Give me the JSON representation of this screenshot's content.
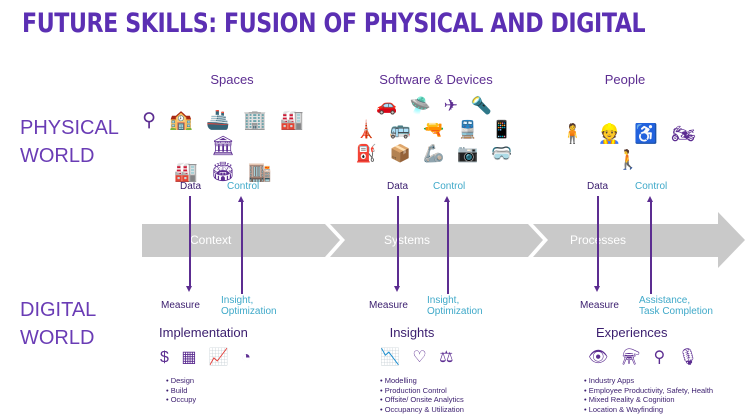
{
  "title": "FUTURE SKILLS: FUSION OF PHYSICAL AND DIGITAL",
  "physical_world": [
    "PHYSICAL",
    "WORLD"
  ],
  "digital_world": [
    "DIGITAL",
    "WORLD"
  ],
  "columns": [
    {
      "head": "Spaces",
      "icons_row1": "⚲ 🏫 🚢 🏢 🏭 🏛",
      "icons_row2": "🏭 🏟 🏬",
      "data": "Data",
      "control": "Control",
      "stage": "Context",
      "measure": "Measure",
      "outcome": [
        "Insight,",
        "Optimization"
      ],
      "section": "Implementation",
      "digital_icons": "$ ▦ 📈 ◔",
      "bullets": [
        "Design",
        "Build",
        "Occupy"
      ]
    },
    {
      "head": "Software & Devices",
      "icons_row1": "🚗 🛸 ✈ 🔦",
      "icons_row2": "🗼 🚌 🔫 🚆 📱",
      "icons_row3": "⛽ 📦 🦾 📷 🥽",
      "data": "Data",
      "control": "Control",
      "stage": "Systems",
      "measure": "Measure",
      "outcome": [
        "Insight,",
        "Optimization"
      ],
      "section": "Insights",
      "digital_icons": "📉 ♡ ⚖",
      "bullets": [
        "Modelling",
        "Production Control",
        "Offsite/ Onsite Analytics",
        "Occupancy & Utilization"
      ]
    },
    {
      "head": "People",
      "icons_row1": "🧍 👷 ♿ 🏍 🚶",
      "data": "Data",
      "control": "Control",
      "stage": "Processes",
      "measure": "Measure",
      "outcome": [
        "Assistance,",
        "Task Completion"
      ],
      "section": "Experiences",
      "digital_icons": "👁 ⚗ ⚲ 🎙",
      "bullets": [
        "Industry Apps",
        "Employee Productivity, Safety, Health",
        "Mixed Reality & Cognition",
        "Location & Wayfinding"
      ]
    }
  ],
  "colors": {
    "purple": "#5c2d91",
    "teal": "#3fa9c9",
    "band": "#c9c9c9"
  }
}
